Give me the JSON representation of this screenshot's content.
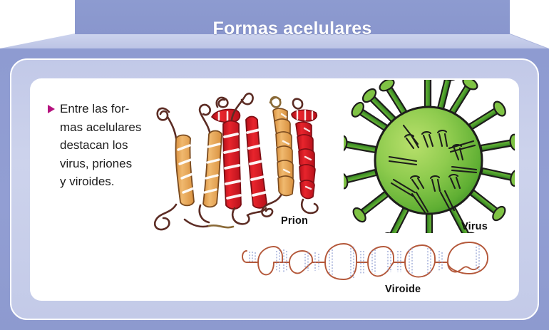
{
  "banner": {
    "title": "Formas acelulares",
    "bg_color": "#8d9bd0",
    "bevel_light": "#c4cbea",
    "title_color": "#ffffff"
  },
  "frame": {
    "outer_color": "#8e9bd1",
    "inner_panel_color": "#c8cfea",
    "card_color": "#ffffff",
    "border_color": "#ffffff"
  },
  "content": {
    "bullet": {
      "marker": "triangle-right-bullet",
      "marker_color": "#b5127e",
      "text": "Entre las for-\nmas acelulares\ndestacan  los\nvirus, priones\ny viroides."
    },
    "figures": [
      {
        "id": "prion",
        "label": "Prion",
        "description": "protein-secondary-structure-diagram",
        "colors": {
          "beta_sheet_tan": "#e8aa5c",
          "beta_sheet_red": "#d81f26",
          "backbone_dark": "#5a2b23",
          "backbone_tan": "#8a6a38"
        }
      },
      {
        "id": "virus",
        "label": "Virus",
        "description": "spiked-virion-sphere",
        "colors": {
          "capsid_light": "#a6d65a",
          "capsid_dark": "#4f9b2f",
          "spike": "#3f8f2c",
          "outline": "#1d1d1b"
        }
      },
      {
        "id": "viroide",
        "label": "Viroide",
        "description": "circular-rna-rod-with-loops",
        "colors": {
          "strand": "#b45a3c",
          "basepair": "#8d9bd0"
        }
      }
    ]
  }
}
